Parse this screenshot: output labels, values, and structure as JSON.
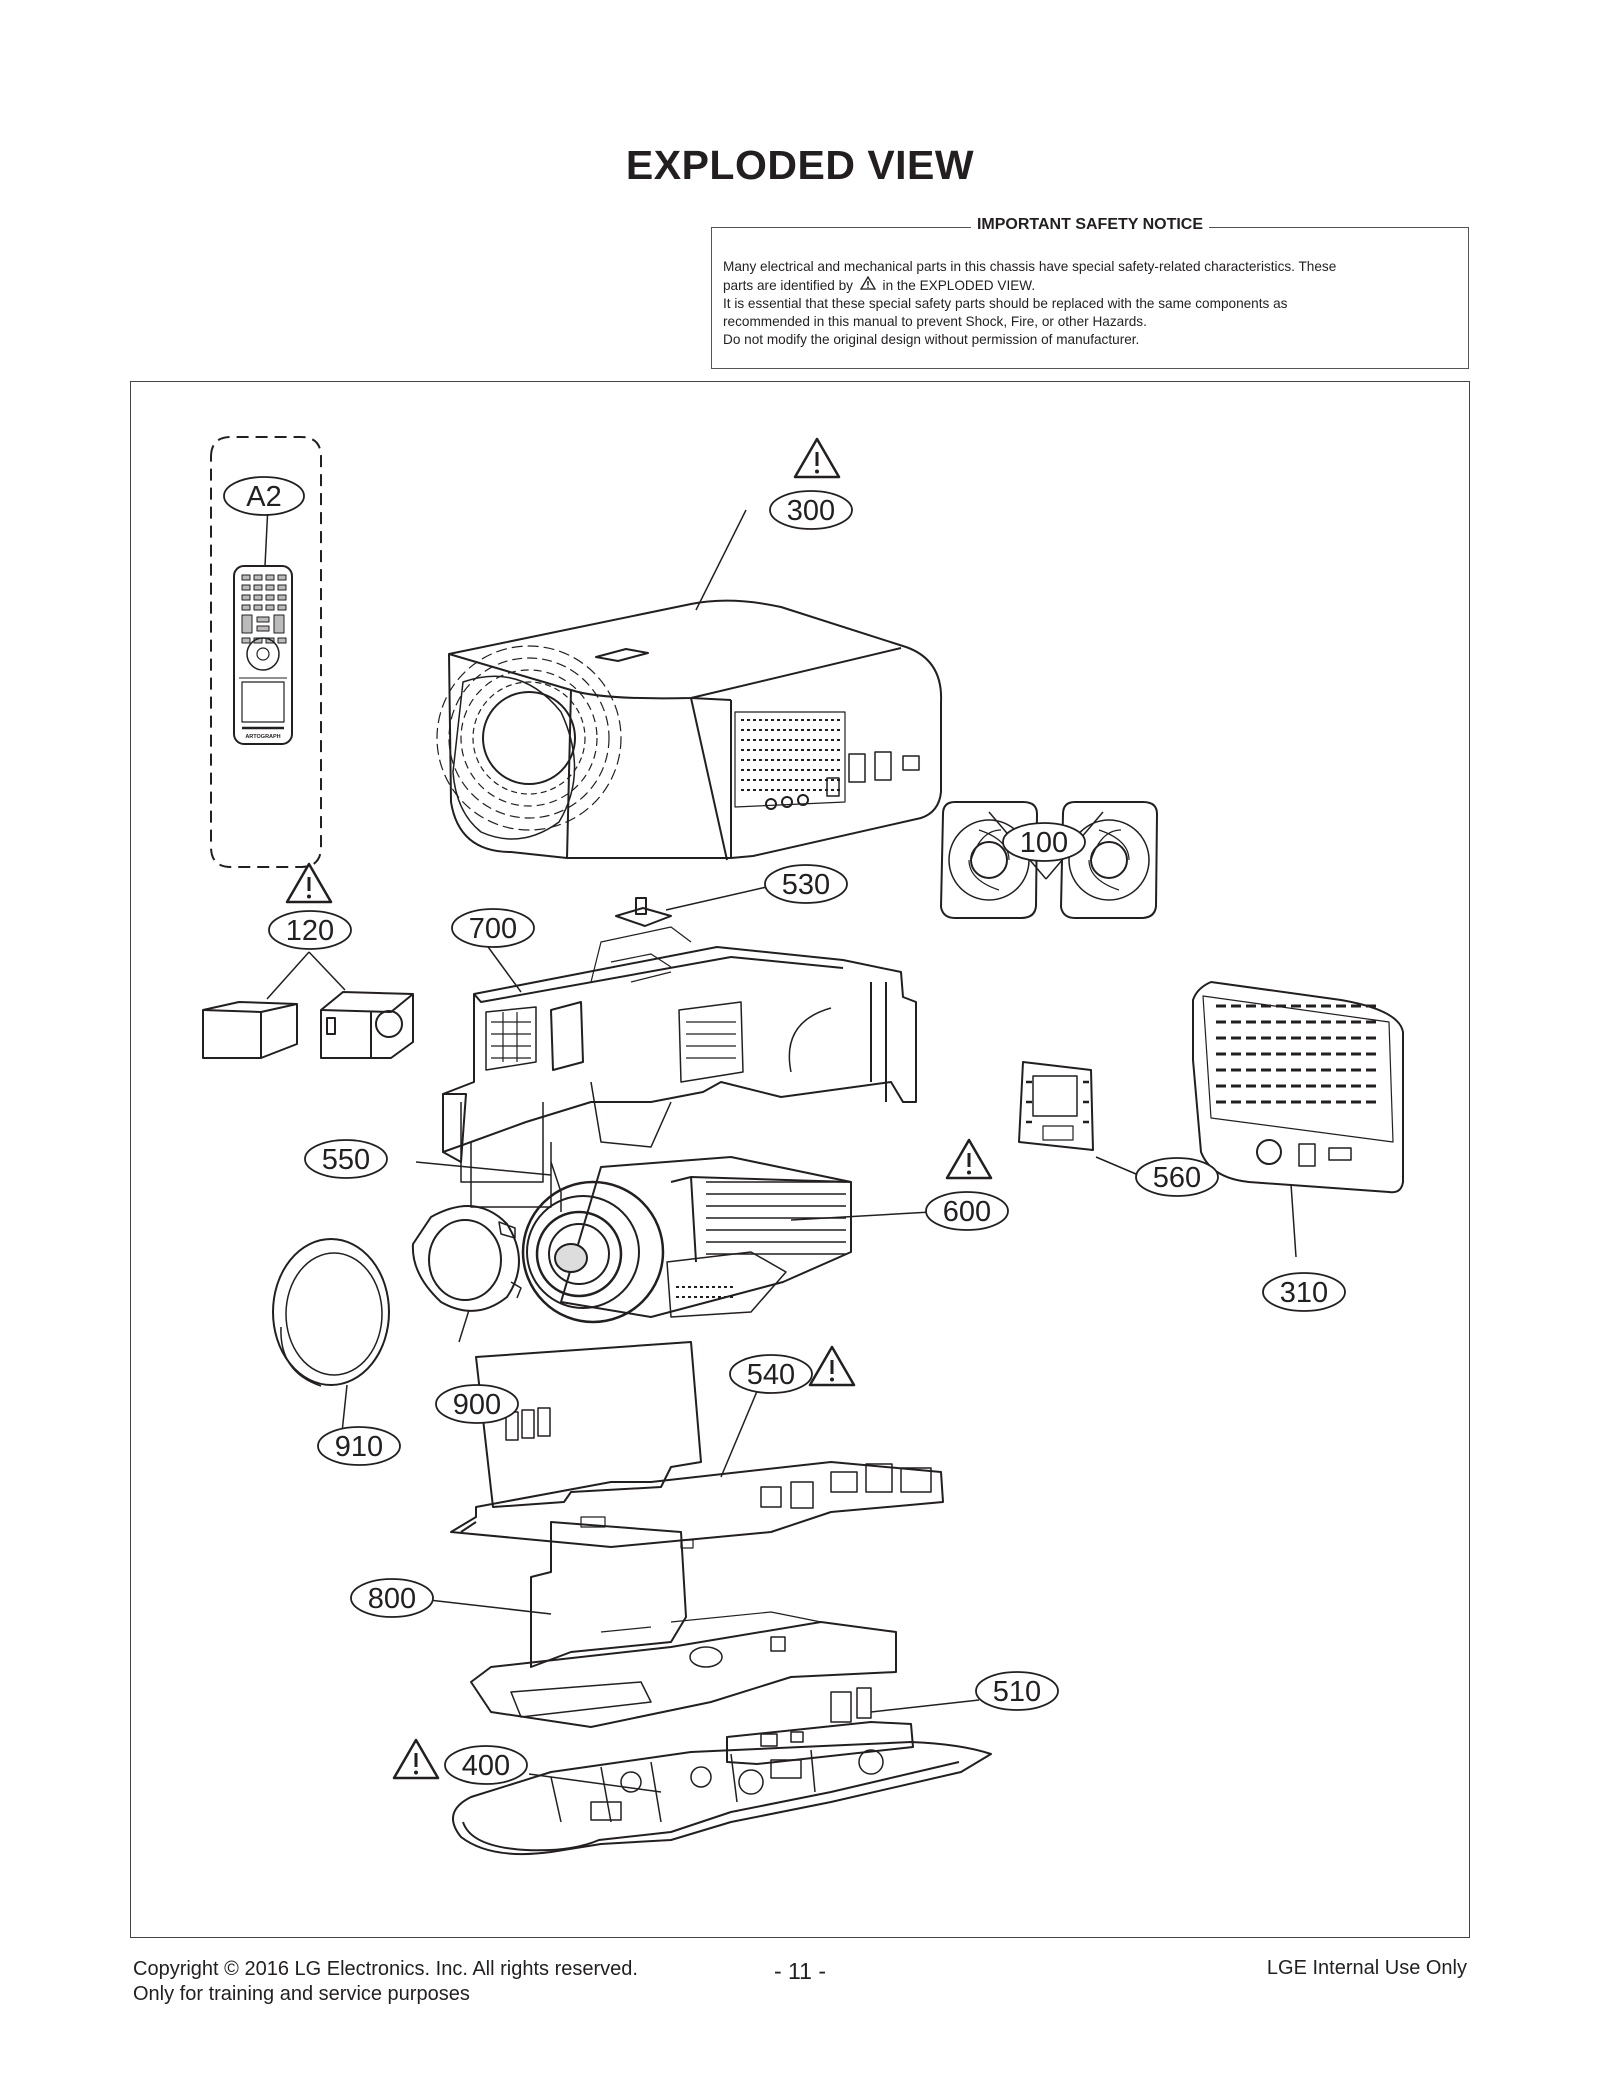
{
  "page": {
    "title": "EXPLODED VIEW"
  },
  "safety_notice": {
    "heading": "IMPORTANT SAFETY NOTICE",
    "line1": "Many electrical and mechanical parts in this chassis have special safety-related characteristics. These",
    "line2_before": "parts are identified by",
    "line2_after": "in the EXPLODED VIEW.",
    "line3": "It is essential that these special safety parts should be replaced with the same components as",
    "line4": "recommended in this manual to prevent Shock, Fire, or other Hazards.",
    "line5": "Do not modify the original design without permission of manufacturer."
  },
  "callouts": {
    "a2": "A2",
    "p300": "300",
    "p100": "100",
    "p530": "530",
    "p120": "120",
    "p700": "700",
    "p550": "550",
    "p560": "560",
    "p600": "600",
    "p310": "310",
    "p540": "540",
    "p900": "900",
    "p910": "910",
    "p800": "800",
    "p510": "510",
    "p400": "400"
  },
  "remote_label": "ARTOGRAPH",
  "icons": {
    "warning": "warning-triangle-icon"
  },
  "footer": {
    "copyright": "Copyright  © 2016 LG Electronics. Inc. All rights reserved.",
    "training": "Only for training and service purposes",
    "page_number": "- 11 -",
    "internal": "LGE Internal Use Only"
  }
}
